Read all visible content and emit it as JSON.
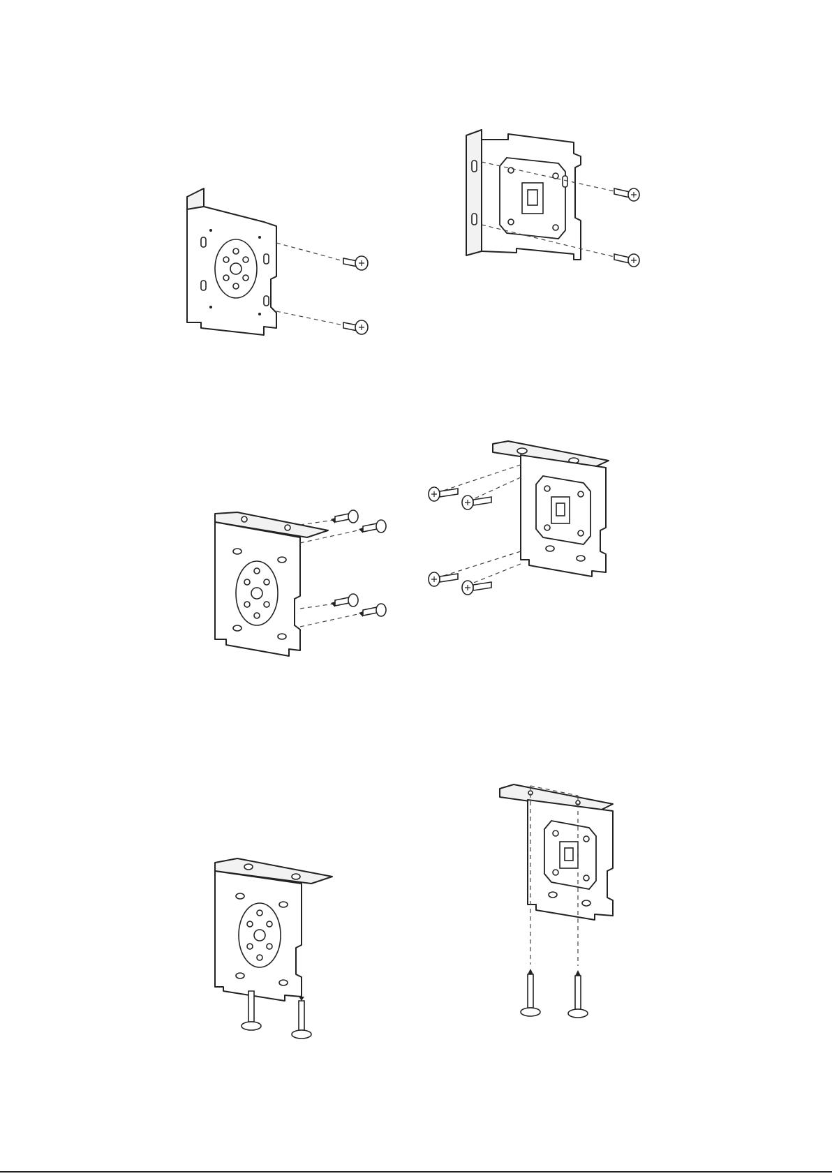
{
  "figure": {
    "description_panels": 6,
    "stroke_color": "#222222",
    "background_color": "#ffffff",
    "icons": [
      "bracket-plate",
      "screw",
      "dashed-guide-line"
    ]
  }
}
